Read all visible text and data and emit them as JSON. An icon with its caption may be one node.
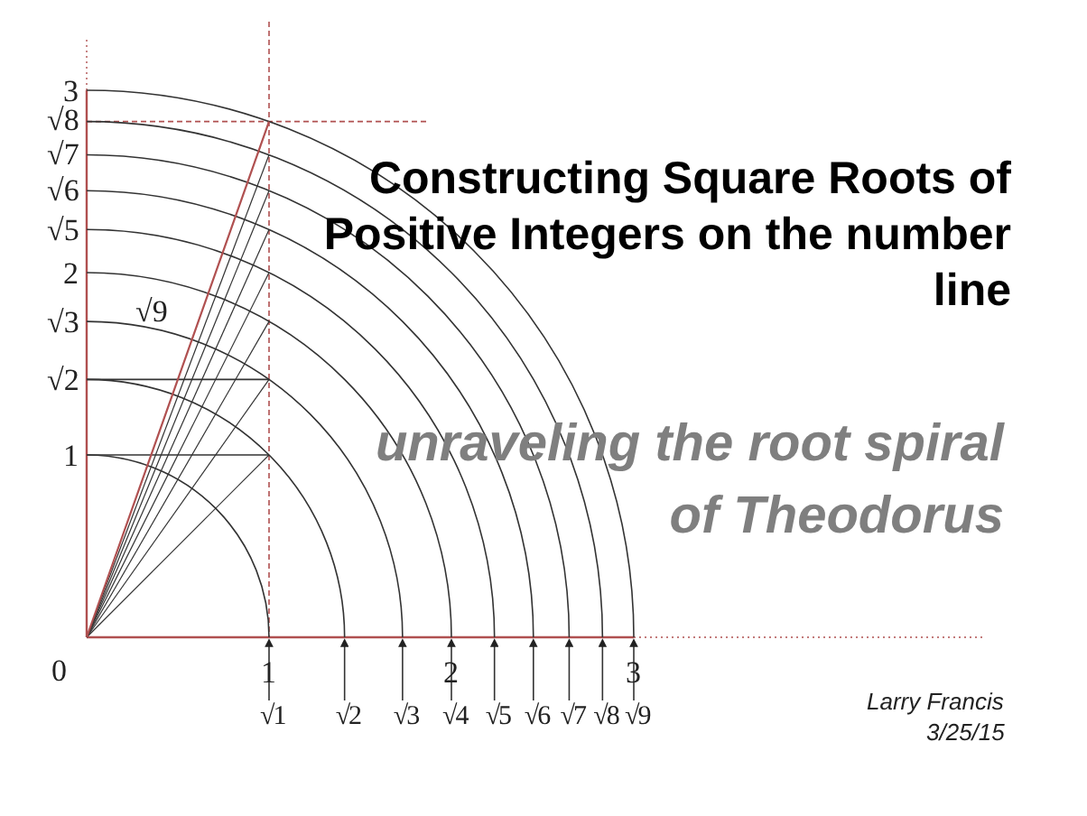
{
  "diagram": {
    "title": "Constructing Square Roots of Positive Integers on the number line",
    "labels": [
      "3",
      "√8",
      "√7",
      "√6",
      "√5",
      "2",
      "√9",
      "√3",
      "√2",
      "1",
      "unraveling the root spiral of Theodorus",
      "0",
      "1",
      "2",
      "3",
      "√1",
      "√2",
      "√3",
      "√4",
      "√5",
      "√6",
      "√7",
      "√8",
      "√9",
      "Larry Francis",
      "3/25/15"
    ]
  }
}
